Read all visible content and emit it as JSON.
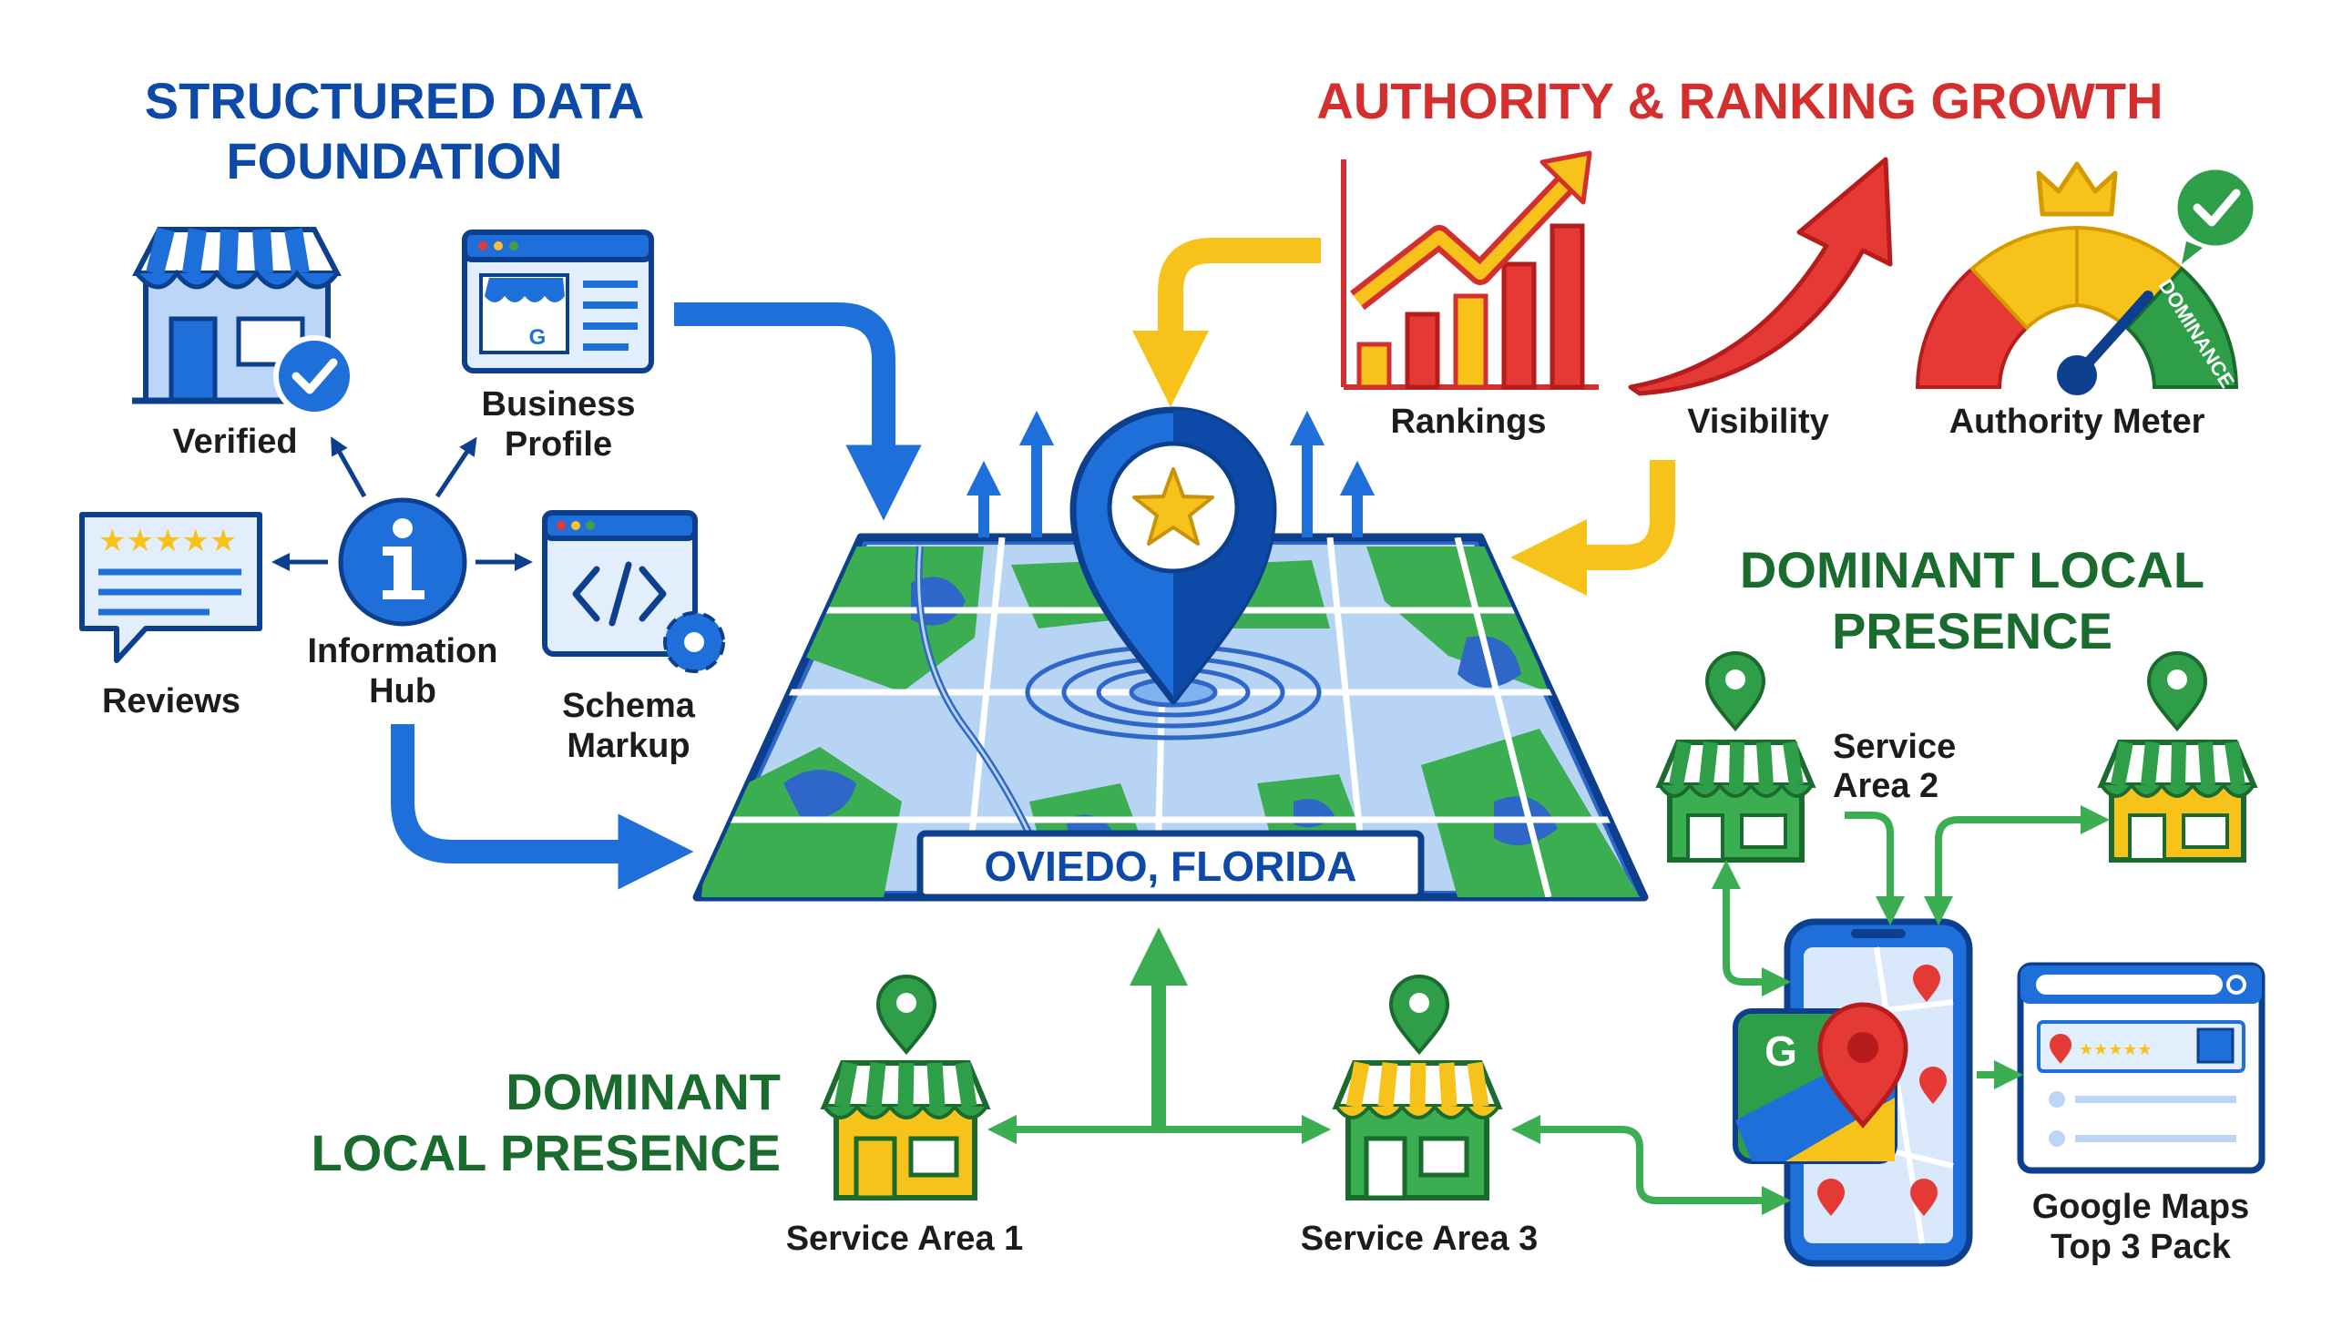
{
  "titles": {
    "structured_data_line1": "STRUCTURED DATA",
    "structured_data_line2": "FOUNDATION",
    "authority_growth": "AUTHORITY & RANKING GROWTH",
    "dominant_right_line1": "DOMINANT LOCAL",
    "dominant_right_line2": "PRESENCE",
    "dominant_left_line1": "DOMINANT",
    "dominant_left_line2": "LOCAL PRESENCE"
  },
  "foundation": {
    "verified": "Verified",
    "business_profile_line1": "Business",
    "business_profile_line2": "Profile",
    "reviews": "Reviews",
    "hub_line1": "Information",
    "hub_line2": "Hub",
    "schema_line1": "Schema",
    "schema_line2": "Markup"
  },
  "map": {
    "city": "OVIEDO, FLORIDA"
  },
  "growth": {
    "rankings": "Rankings",
    "visibility": "Visibility",
    "authority_meter": "Authority Meter",
    "gauge_word": "DOMINANCE"
  },
  "service_areas": {
    "area1": "Service Area 1",
    "area2_line1": "Service",
    "area2_line2": "Area 2",
    "area3": "Service Area 3"
  },
  "google": {
    "maps_line1": "Google Maps",
    "maps_line2": "Top 3 Pack",
    "g_letter": "G"
  },
  "colors": {
    "blue": "#1e6fd9",
    "dark_blue": "#0d3f8f",
    "red": "#d32f2f",
    "green": "#2e9e48",
    "dark_green": "#1a6b2e",
    "yellow": "#f7c21a"
  }
}
